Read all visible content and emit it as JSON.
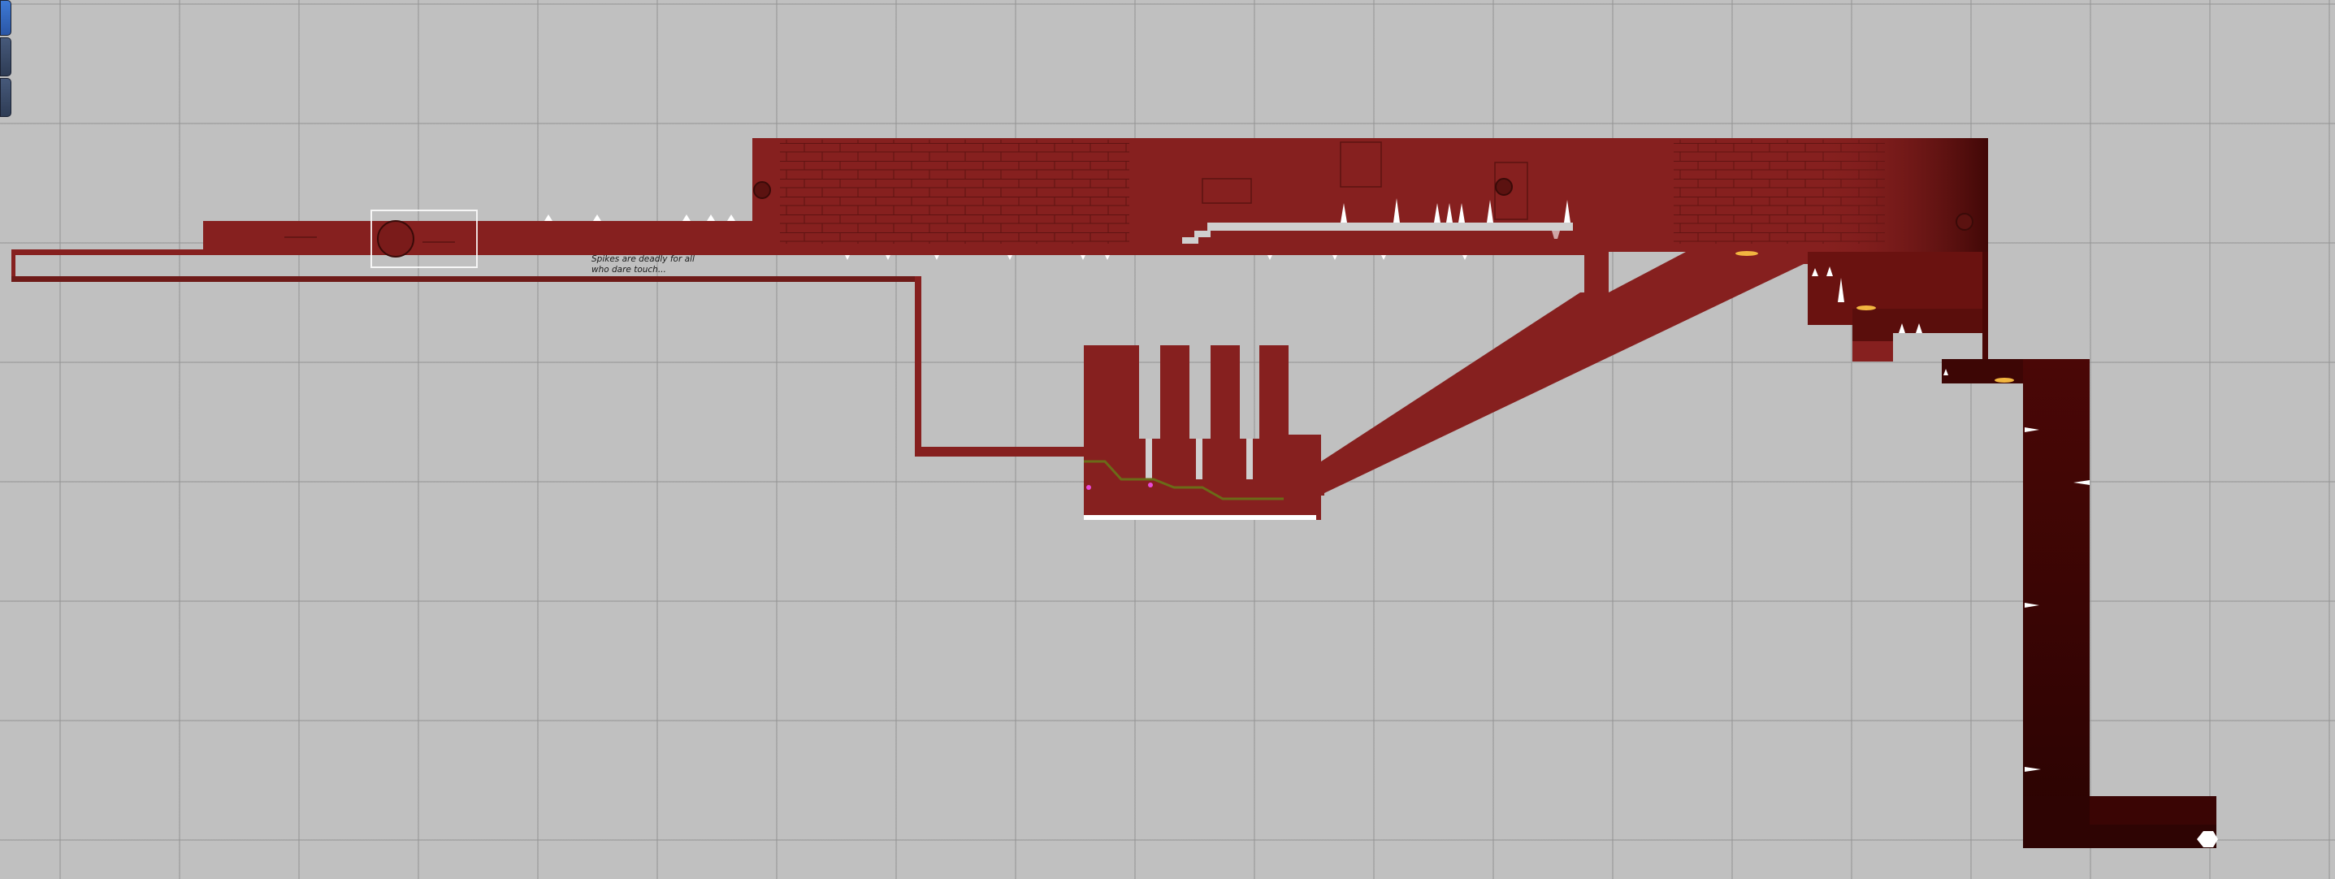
{
  "editor": {
    "toolbar_tabs": [
      "tool-tab-1",
      "tool-tab-2",
      "tool-tab-3"
    ],
    "grid_visible": true,
    "background_color": "#c0c0c0"
  },
  "level": {
    "tile_color": "#86201f",
    "dark_tile_color": "#3d0605",
    "spike_color": "#ffffff",
    "outline_color": "#6e1a18",
    "sign_text": "Spikes are deadly for all\nwho dare touch...",
    "exit_icon": "hexagon-exit-icon",
    "hazard_icon": "saw-blade-icon",
    "marker_color": "#e84ad8",
    "torch_color": "#f2b640"
  }
}
